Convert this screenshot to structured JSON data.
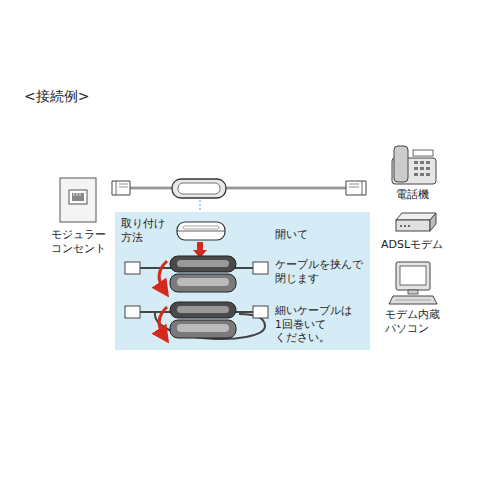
{
  "diagram": {
    "title": "<接続例>",
    "nodes": [
      {
        "text": [
          "モジュラー コンセント"
        ]
      },
      {
        "text": [
          "取り付け 方法",
          "開いて",
          "ケーブルを挟んで 閉じます",
          "細いケーブルは 1回巻いて ください。"
        ]
      },
      {
        "text": [
          "電話機"
        ]
      },
      {
        "text": [
          "ADSLモデム"
        ]
      },
      {
        "text": [
          "モデム内蔵 パソコン"
        ]
      }
    ]
  }
}
